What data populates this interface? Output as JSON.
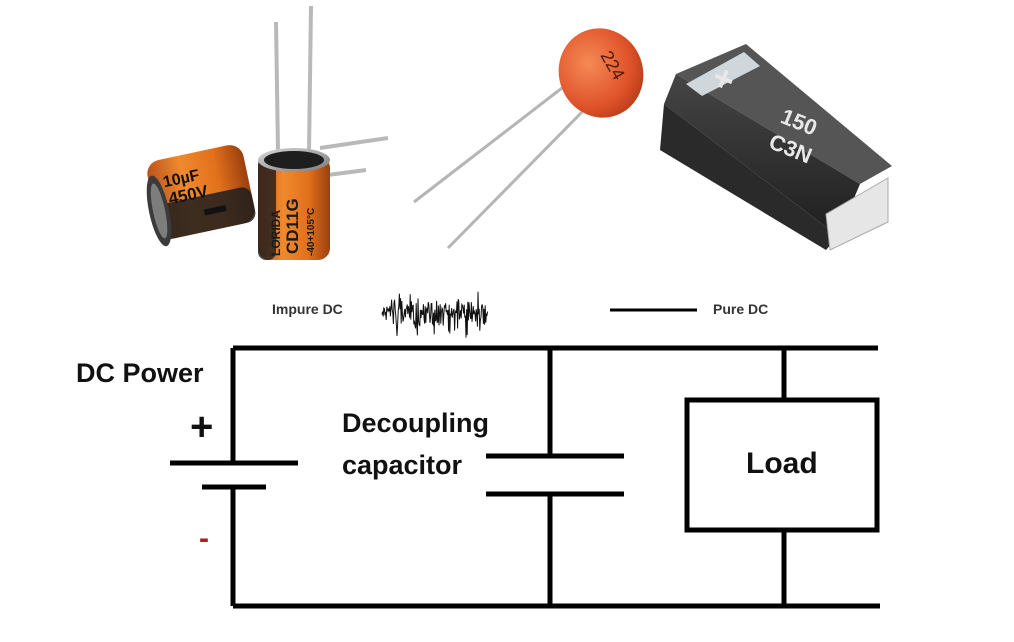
{
  "labels": {
    "impure_dc": "Impure DC",
    "pure_dc": "Pure DC",
    "dc_power": "DC Power",
    "plus_sign": "+",
    "minus_sign": "-",
    "decoupling_line1": "Decoupling",
    "decoupling_line2": "capacitor",
    "load": "Load"
  },
  "components": {
    "electrolytic_small": {
      "value": "10µF",
      "voltage": "450V"
    },
    "electrolytic_large": {
      "brand": "LORIDA",
      "model": "CD11G",
      "temp": "-40+105°C"
    },
    "ceramic": {
      "code": "224"
    },
    "tantalum": {
      "polarity": "+",
      "line1": "150",
      "line2": "C3N"
    }
  },
  "colors": {
    "wire": "#000000",
    "cap_orange": "#e8741e",
    "cap_dark": "#1c1c1c",
    "ceramic_orange": "#e2562a",
    "tantalum_body": "#2f2f2f"
  }
}
